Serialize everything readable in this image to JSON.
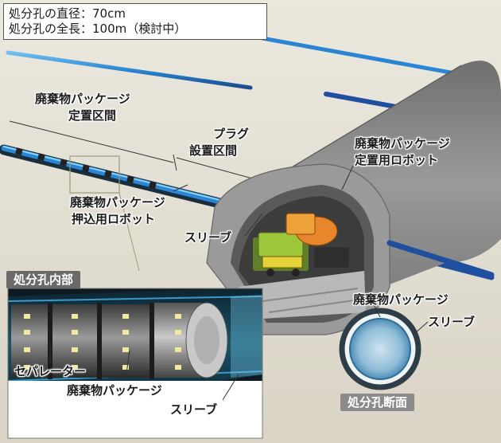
{
  "info_box": {
    "diameter": "処分孔の直径：70cm",
    "length": "処分孔の全長：100m（検討中）"
  },
  "labels": {
    "package_zone_line1": "廃棄物パッケージ",
    "package_zone_line2": "定置区間",
    "plug_zone_line1": "プラグ",
    "plug_zone_line2": "設置区間",
    "placement_robot_line1": "廃棄物パッケージ",
    "placement_robot_line2": "定置用ロボット",
    "push_robot_line1": "廃棄物パッケージ",
    "push_robot_line2": "押込用ロボット",
    "sleeve_main": "スリーブ",
    "section_package": "廃棄物パッケージ",
    "section_sleeve": "スリーブ",
    "inset_separator": "セパレーター",
    "inset_package": "廃棄物パッケージ",
    "inset_sleeve": "スリーブ"
  },
  "tags": {
    "inside": "処分孔内部",
    "cross_section": "処分孔断面"
  },
  "colors": {
    "bore_blue": "#2a86d4",
    "tunnel_gray": "#8c8c8c",
    "background": "#e6e2d6",
    "robot_orange": "#e7862a",
    "robot_green": "#9ec63a"
  }
}
